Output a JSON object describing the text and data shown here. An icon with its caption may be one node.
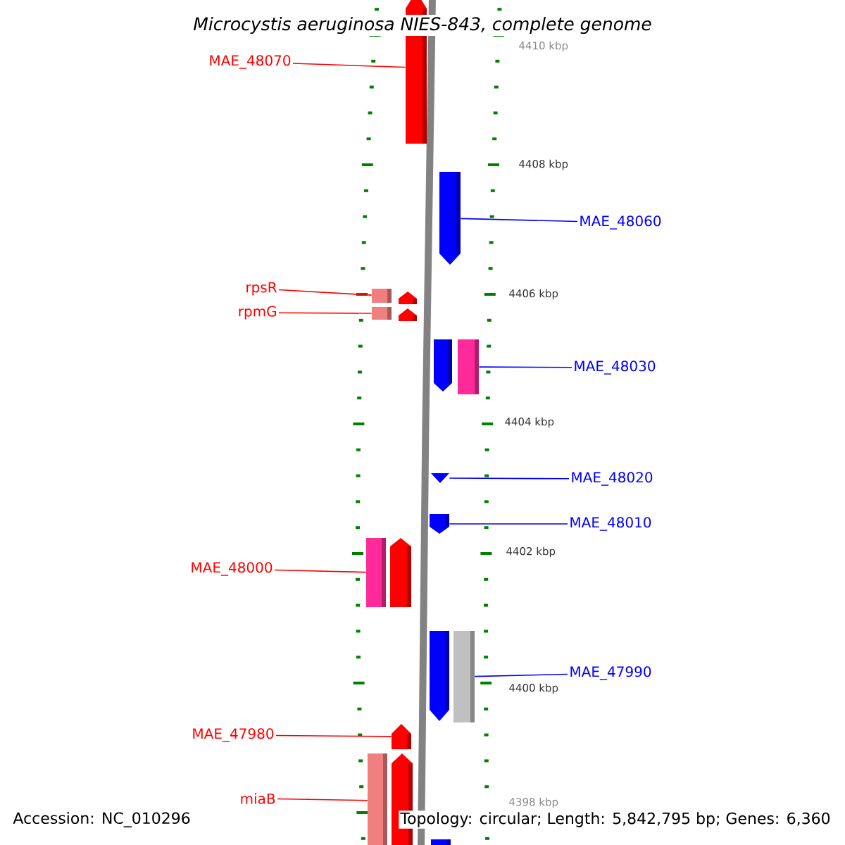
{
  "diagram": {
    "title": "Microcystis aeruginosa NIES-843, complete genome",
    "nodes": [
      {
        "text": [],
        "shape": "pentagon"
      },
      {
        "text": [
          "MAE_48070"
        ]
      },
      {
        "text": [],
        "shape": "pentagon"
      },
      {
        "text": [
          "MAE_48060"
        ]
      },
      {
        "text": [
          "rpsR"
        ]
      },
      {
        "text": [],
        "shape": "box"
      },
      {
        "text": [],
        "shape": "pentagon"
      },
      {
        "text": [
          "rpmG"
        ]
      },
      {
        "text": [],
        "shape": "box"
      },
      {
        "text": [],
        "shape": "pentagon"
      },
      {
        "text": [],
        "shape": "pentagon"
      },
      {
        "text": [],
        "shape": "box"
      },
      {
        "text": [
          "MAE_48030"
        ]
      },
      {
        "text": [
          "MAE_48020"
        ]
      },
      {
        "text": [],
        "shape": "triangle"
      },
      {
        "text": [],
        "shape": "pentagon"
      },
      {
        "text": [
          "MAE_48010"
        ]
      },
      {
        "text": [
          "MAE_48000"
        ]
      },
      {
        "text": [],
        "shape": "box"
      },
      {
        "text": [],
        "shape": "pentagon"
      },
      {
        "text": [],
        "shape": "pentagon"
      },
      {
        "text": [],
        "shape": "box"
      },
      {
        "text": [
          "MAE_47990"
        ]
      },
      {
        "text": [
          "MAE_47980"
        ]
      },
      {
        "text": [],
        "shape": "pentagon"
      },
      {
        "text": [
          "miaB"
        ]
      },
      {
        "text": [],
        "shape": "box"
      },
      {
        "text": [],
        "shape": "pentagon"
      },
      {
        "text": [],
        "shape": "box"
      }
    ],
    "edges": [
      {
        "from": 1,
        "to": 0,
        "arrow": "none"
      },
      {
        "from": 3,
        "to": 2,
        "arrow": "none",
        "color": "#0000ff"
      },
      {
        "from": 4,
        "to": 5,
        "arrow": "none"
      },
      {
        "from": 7,
        "to": 8,
        "arrow": "none"
      },
      {
        "from": 12,
        "to": 11,
        "arrow": "none",
        "color": "#0000ff"
      },
      {
        "from": 13,
        "to": 14,
        "arrow": "none",
        "color": "#0000ff"
      },
      {
        "from": 16,
        "to": 15,
        "arrow": "none",
        "color": "#0000ff"
      },
      {
        "from": 17,
        "to": 18,
        "arrow": "none"
      },
      {
        "from": 22,
        "to": 21,
        "arrow": "none",
        "color": "#0000ff"
      },
      {
        "from": 23,
        "to": 24,
        "arrow": "none"
      },
      {
        "from": 25,
        "to": 26,
        "arrow": "none"
      }
    ],
    "labels": [
      "4410 kbp",
      "4408 kbp",
      "4406 kbp",
      "4404 kbp",
      "4402 kbp",
      "4400 kbp",
      "4398 kbp",
      "Accession: NC_010296",
      "Topology: circular; Length: 5,842,795 bp; Genes: 6,360"
    ]
  }
}
